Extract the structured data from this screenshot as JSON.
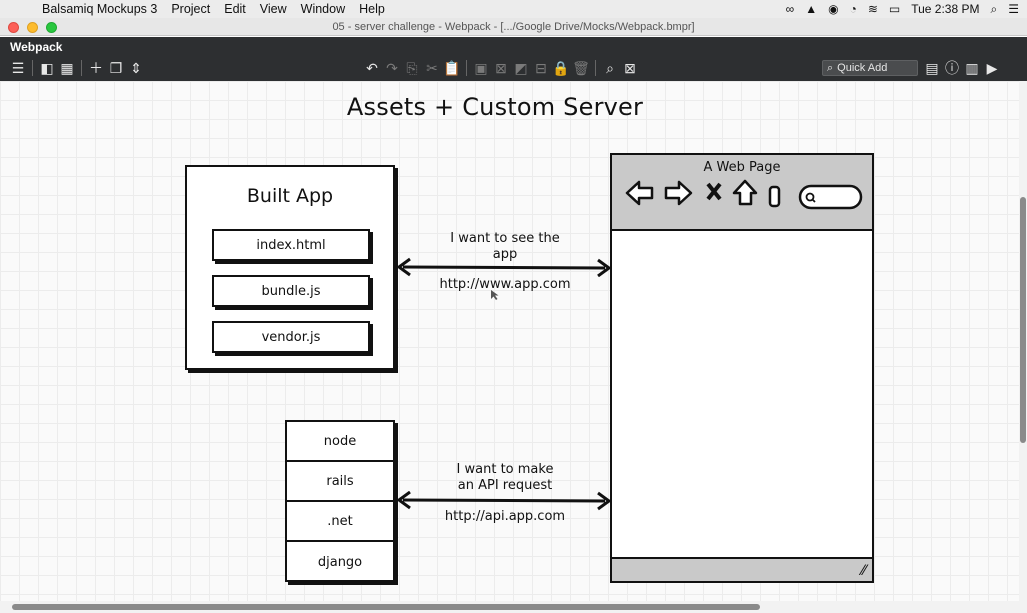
{
  "menubar": {
    "app_name": "Balsamiq Mockups 3",
    "menus": [
      "Project",
      "Edit",
      "View",
      "Window",
      "Help"
    ],
    "clock": "Tue 2:38 PM"
  },
  "window": {
    "title": "05 - server challenge - Webpack - [.../Google Drive/Mocks/Webpack.bmpr]",
    "project_name": "Webpack"
  },
  "toolbar": {
    "quick_add_label": "Quick Add"
  },
  "mockup": {
    "title": "Assets + Custom Server",
    "built_app": {
      "heading": "Built App",
      "files": [
        "index.html",
        "bundle.js",
        "vendor.js"
      ]
    },
    "arrow_top": {
      "label_line1": "I want to see the",
      "label_line2": "app",
      "url": "http://www.app.com"
    },
    "arrow_bottom": {
      "label_line1": "I want to make",
      "label_line2": "an API request",
      "url": "http://api.app.com"
    },
    "servers": [
      "node",
      "rails",
      ".net",
      "django"
    ],
    "browser": {
      "page_title": "A Web Page"
    }
  }
}
